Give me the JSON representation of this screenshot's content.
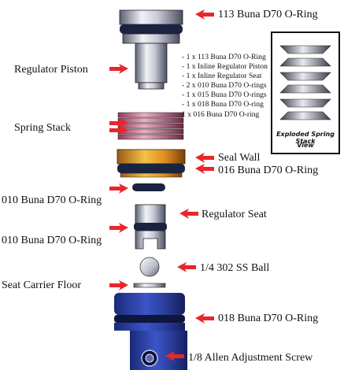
{
  "labels": {
    "oring_113": "113 Buna D70 O-Ring",
    "regulator_piston": "Regulator Piston",
    "spring_stack": "Spring Stack",
    "seal_wall": "Seal Wall",
    "oring_016": "016 Buna D70 O-Ring",
    "oring_010_upper": "010 Buna D70 O-Ring",
    "regulator_seat": "Regulator Seat",
    "oring_010_lower": "010 Buna D70 O-Ring",
    "ball": "1/4 302 SS Ball",
    "seat_carrier_floor": "Seat Carrier Floor",
    "oring_018": "018 Buna D70 O-Ring",
    "allen_screw": "1/8 Allen Adjustment Screw"
  },
  "parts_list": [
    "- 1 x 113 Buna D70 O-Ring",
    "- 1 x Inline Regulator Piston",
    "- 1 x Inline Regulator Seat",
    "- 2 x 010 Buna D70 O-rings",
    "- 1 x 015 Buna D70 O-rings",
    "- 1 x 018 Buna D70 O-ring",
    "1 x 016 Buna D70 O-ring"
  ],
  "inset": {
    "caption_line1": "Exploded Spring Stack",
    "caption_line2": "View"
  },
  "colors": {
    "arrow": "#e8262b",
    "body_blue": "#2b3f9e",
    "oring_dark": "#1a2340"
  }
}
